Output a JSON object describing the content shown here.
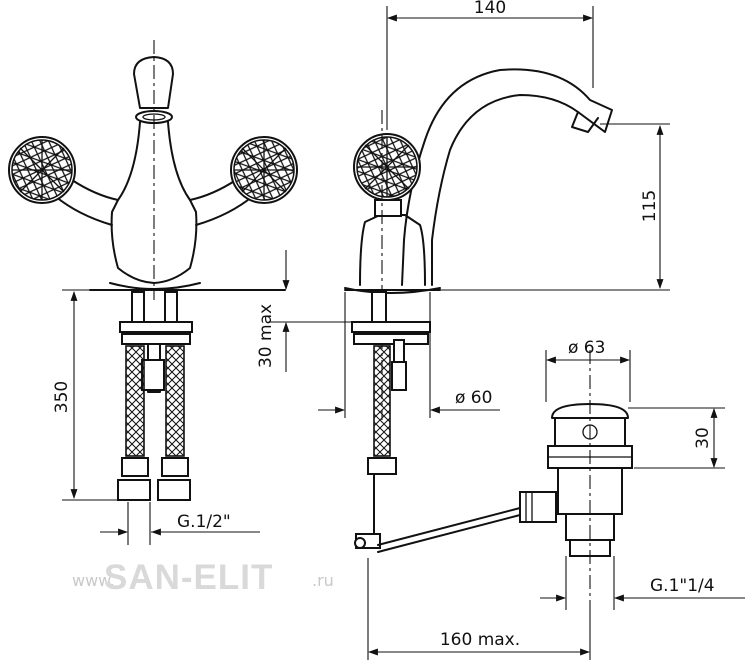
{
  "dimensions": {
    "spout_reach": "140",
    "spout_height": "115",
    "max_deck_thickness": "30 max",
    "hose_length": "350",
    "hole_diameter": "ø 60",
    "waste_diameter": "ø 63",
    "waste_height": "30",
    "hose_thread": "G.1/2\"",
    "waste_thread": "G.1\"1/4",
    "pull_rod_length": "160 max."
  },
  "watermark": {
    "prefix": "www.",
    "brand": "SAN-ELIT",
    "suffix": ".ru"
  }
}
